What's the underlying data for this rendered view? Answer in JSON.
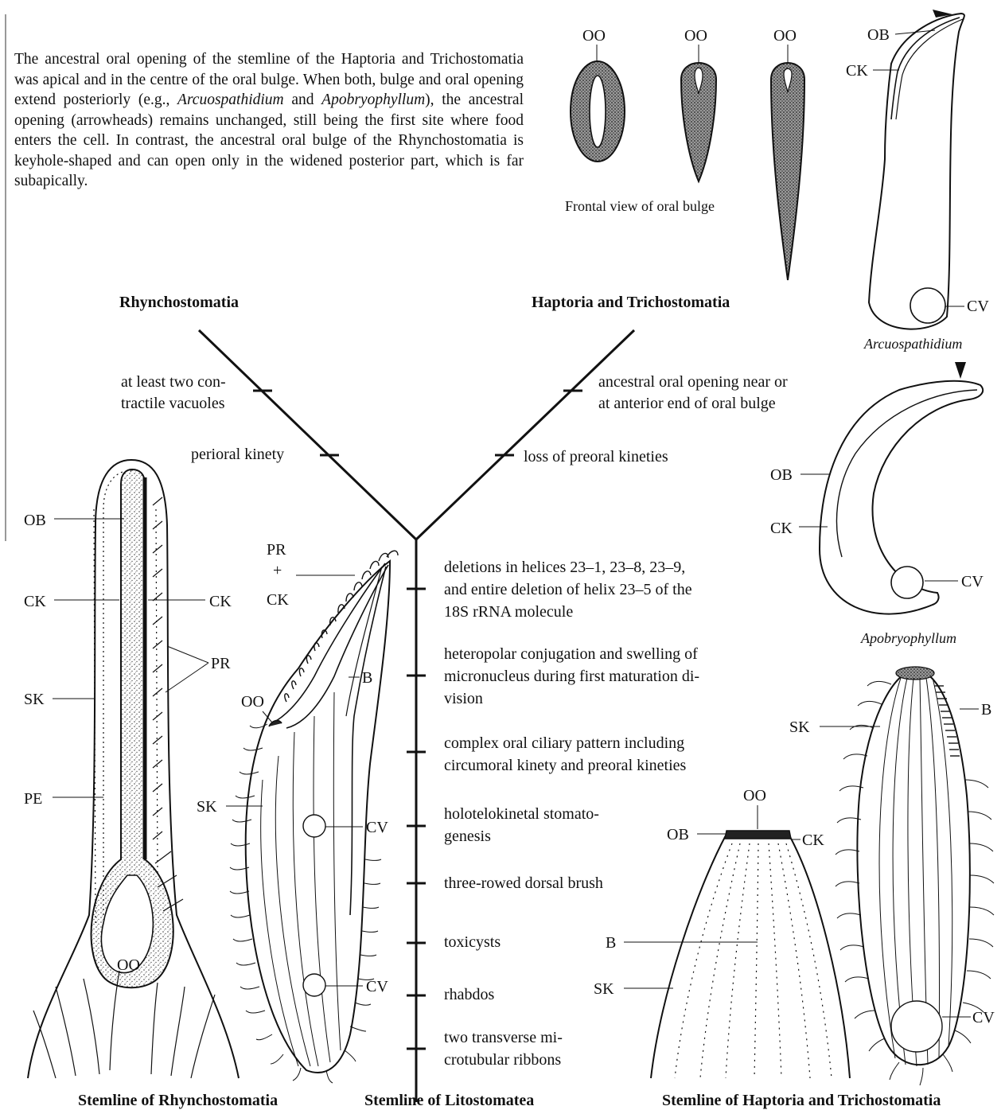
{
  "intro": {
    "p1": "The ancestral oral opening of the stemline of the Haptoria and Trichostomatia was apical and in the centre of the oral bulge. When both, bulge and oral opening extend posteriorly (e.g., ",
    "genus1": "Arcuospathidium",
    "p2": " and ",
    "genus2": "Apobryophyllum",
    "p3": "), the ancestral opening (arrowheads) remains unchanged, still being the first site where food enters the cell. In contrast, the ancestral oral bulge of the Rhynchostomatia is keyhole-shaped and can open only in the widened posterior part, which is far subapically."
  },
  "frontal": {
    "label": "OO",
    "caption": "Frontal view of oral bulge"
  },
  "arcuo": {
    "ob": "OB",
    "ck": "CK",
    "cv": "CV",
    "name": "Arcuospathidium"
  },
  "apo": {
    "ob": "OB",
    "ck": "CK",
    "cv": "CV",
    "name": "Apobryophyllum"
  },
  "tree": {
    "left_clade": "Rhynchostomatia",
    "right_clade": "Haptoria and Trichostomatia",
    "left_chars": {
      "c1_l1": "at least two con-",
      "c1_l2": "tractile vacuoles",
      "c2": "perioral kinety"
    },
    "right_chars": {
      "c1_l1": "ancestral oral opening near or",
      "c1_l2": "at anterior  end of  oral bulge",
      "c2": "loss of preoral kineties"
    },
    "stem_chars": [
      [
        "deletions in helices  23–1,  23–8,  23–9,",
        "and entire deletion of helix 23–5 of the",
        "18S rRNA molecule"
      ],
      [
        "heteropolar conjugation and  swelling of",
        "micronucleus during first maturation di-",
        "vision"
      ],
      [
        "complex oral ciliary pattern  including",
        "circumoral kinety and preoral kineties"
      ],
      [
        "holotelokinetal stomato-",
        "genesis"
      ],
      [
        "three-rowed dorsal brush"
      ],
      [
        "toxicysts"
      ],
      [
        "rhabdos"
      ],
      [
        "two transverse mi-",
        "crotubular ribbons"
      ]
    ]
  },
  "rhyncho": {
    "ob": "OB",
    "ck_left": "CK",
    "ck_right": "CK",
    "pr": "PR",
    "sk": "SK",
    "pe": "PE",
    "oo": "OO"
  },
  "litostome": {
    "pr": "PR",
    "plus": "+",
    "ck": "CK",
    "b": "B",
    "oo": "OO",
    "sk": "SK",
    "cv1": "CV",
    "cv2": "CV"
  },
  "haptoria_detail": {
    "oo": "OO",
    "ob": "OB",
    "ck": "CK",
    "b": "B",
    "sk": "SK"
  },
  "haptoria_cell": {
    "b": "B",
    "sk": "SK",
    "cv": "CV"
  },
  "captions": {
    "rhyncho": "Stemline of Rhynchostomatia",
    "lito": "Stemline of Litostomatea",
    "hapto": "Stemline of Haptoria and Trichostomatia"
  }
}
